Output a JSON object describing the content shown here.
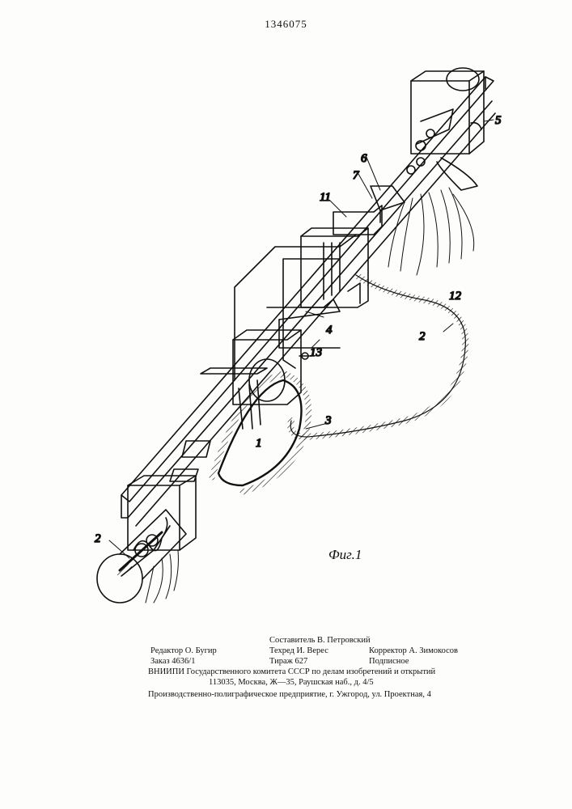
{
  "patent_number": "1346075",
  "figure_caption": "Фиг.1",
  "labels": {
    "l1": "1",
    "l2a": "2",
    "l2b": "2",
    "l3": "3",
    "l4": "4",
    "l5": "5",
    "l6": "6",
    "l7": "7",
    "l11": "11",
    "l12": "12",
    "l13": "13"
  },
  "imprint": {
    "compiler": "Составитель В. Петровский",
    "editor": "Редактор О. Бугир",
    "techred": "Техред И. Верес",
    "corrector": "Корректор А. Зимокосов",
    "order": "Заказ 4636/1",
    "circulation": "Тираж 627",
    "subscription": "Подписное",
    "institute": "ВНИИПИ Государственного комитета СССР по делам изобретений и открытий",
    "address": "113035, Москва, Ж—35, Раушская наб., д. 4/5",
    "printer": "Производственно-полиграфическое предприятие, г. Ужгород, ул. Проектная, 4"
  }
}
